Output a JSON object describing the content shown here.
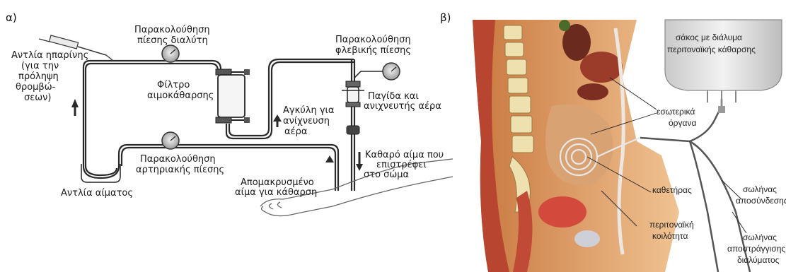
{
  "panel_a": {
    "letter": "α)",
    "labels": {
      "heparin_pump": [
        "Αντλία ηπαρίνης",
        "(για την",
        "πρόληψη",
        "θρομβώ-",
        "σεων)"
      ],
      "dialysate_pressure": [
        "Παρακολούθηση",
        "πίεσης διαλύτη"
      ],
      "filter": [
        "Φίλτρο",
        "αιμοκάθαρσης"
      ],
      "venous_pressure": [
        "Παρακολούθηση",
        "φλεβικής πίεσης"
      ],
      "air_trap": [
        "Παγίδα και",
        "ανιχνευτής αέρα"
      ],
      "air_loop": [
        "Αγκύλη για",
        "ανίχνευση",
        "αέρα"
      ],
      "clean_blood": [
        "Καθαρό αίμα που",
        "επιστρέφει",
        "στο σώμα"
      ],
      "arterial_pressure": [
        "Παρακολούθηση",
        "αρτηριακής πίεσης"
      ],
      "removed_blood": [
        "Απομακρυσμένο",
        "αίμα για κάθαρση"
      ],
      "blood_pump": "Αντλία αίματος"
    }
  },
  "panel_b": {
    "letter": "β)",
    "labels": {
      "solution_bag": [
        "σάκος με διάλυμα",
        "περιτοναϊκής κάθαρσης"
      ],
      "internal_organs": [
        "εσωτερικά",
        "όργανα"
      ],
      "catheter": "καθετήρας",
      "disconnect_tube": [
        "σωλήνας",
        "αποσύνδεσης"
      ],
      "peritoneal_cavity": [
        "περιτοναϊκή",
        "κοιλότητα"
      ],
      "drain_tube": [
        "σωλήνας",
        "αποστράγγισης",
        "διαλύματος"
      ]
    }
  },
  "colors": {
    "tube": "#2a2a2a",
    "skin": "#e9a56e",
    "muscle": "#b7452f",
    "bone": "#efe0b0",
    "organ": "#c98a55",
    "bag": "#d9d9d9"
  }
}
